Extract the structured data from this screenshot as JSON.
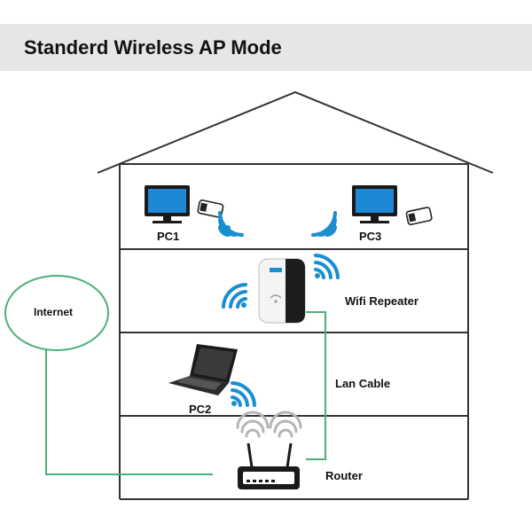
{
  "title": "Standerd Wireless AP Mode",
  "labels": {
    "pc1": "PC1",
    "pc3": "PC3",
    "pc2": "PC2",
    "repeater": "Wifi Repeater",
    "lan_cable": "Lan Cable",
    "router": "Router",
    "internet": "Internet"
  },
  "colors": {
    "wifi_blue": "#1a8fd0",
    "cable_green": "#4caf7a",
    "header_bg": "#e6e6e6",
    "line": "#333333"
  }
}
